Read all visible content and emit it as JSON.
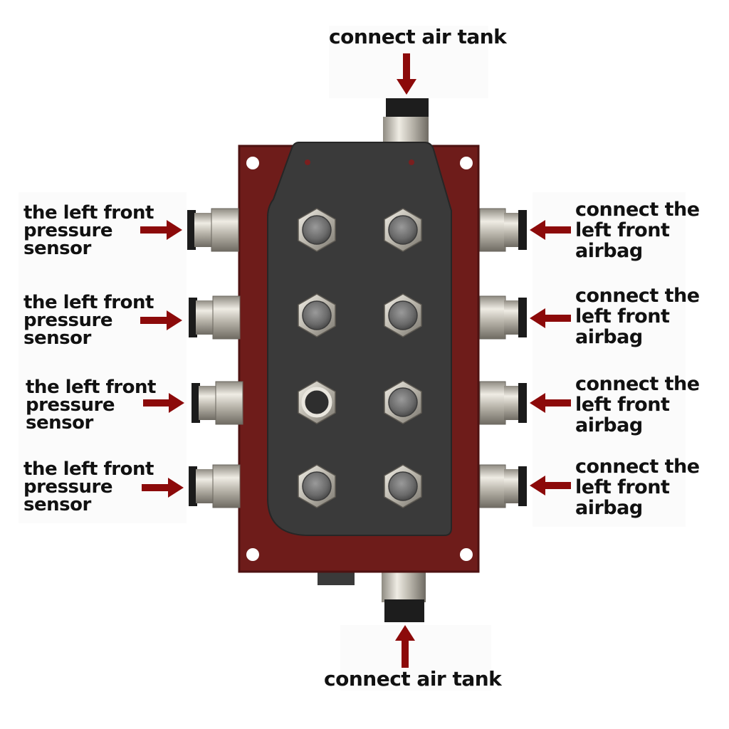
{
  "labels": {
    "top": "connect air tank",
    "bottom": "connect air tank",
    "left": [
      [
        "the left front",
        "pressure",
        "sensor"
      ],
      [
        "the left front",
        "pressure",
        "sensor"
      ],
      [
        "the left front",
        "pressure",
        "sensor"
      ],
      [
        "the left front",
        "pressure",
        "sensor"
      ]
    ],
    "right": [
      [
        "connect the",
        "left front",
        "airbag"
      ],
      [
        "connect the",
        "left front",
        "airbag"
      ],
      [
        "connect the",
        "left front",
        "airbag"
      ],
      [
        "connect the",
        "left front",
        "airbag"
      ]
    ]
  },
  "colors": {
    "base_plate": "#6e1c1a",
    "top_plate": "#3a3a3a",
    "arrow": "#8c0a0a",
    "fitting_metal": "#c9c5bb",
    "fitting_dark": "#1c1c1c"
  }
}
